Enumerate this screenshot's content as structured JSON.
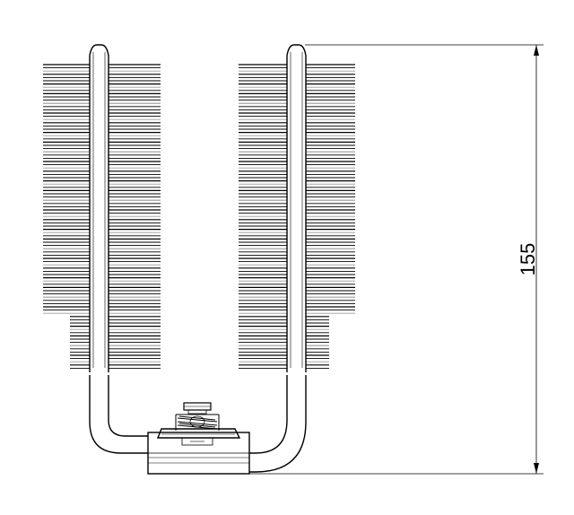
{
  "drawing": {
    "dimension": {
      "value": "155"
    },
    "colors": {
      "line": "#000000",
      "background": "#ffffff",
      "fin_light": "#9a9a9a"
    },
    "parts": {
      "left_fin_stack": "heatsink-fins-left",
      "right_fin_stack": "heatsink-fins-right",
      "heat_pipes": "u-shaped-heat-pipes",
      "base_block": "copper-base",
      "mount_screw": "spring-screw"
    }
  }
}
